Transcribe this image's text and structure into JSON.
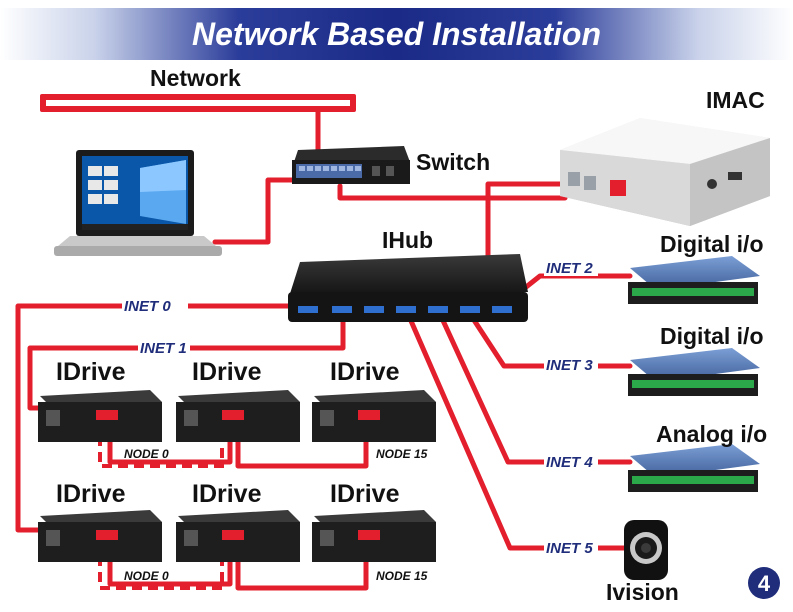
{
  "title": "Network Based Installation",
  "labels": {
    "network": "Network",
    "switch": "Switch",
    "imac": "IMAC",
    "ihub": "IHub",
    "digital_io_1": "Digital i/o",
    "digital_io_2": "Digital i/o",
    "analog_io": "Analog i/o",
    "ivision": "Ivision",
    "idrive": "IDrive",
    "node_first": "NODE 0",
    "node_last": "NODE 15"
  },
  "inet": [
    "INET 0",
    "INET 1",
    "INET 2",
    "INET 3",
    "INET 4",
    "INET 5"
  ],
  "page_number": "4",
  "colors": {
    "cable": "#e31e2d",
    "banner": "#1a2a86",
    "inet_text": "#1f2d7a",
    "device_dark": "#1e1e1e",
    "io_blue": "#5b7fb8",
    "terminal_green": "#2aa84a"
  }
}
